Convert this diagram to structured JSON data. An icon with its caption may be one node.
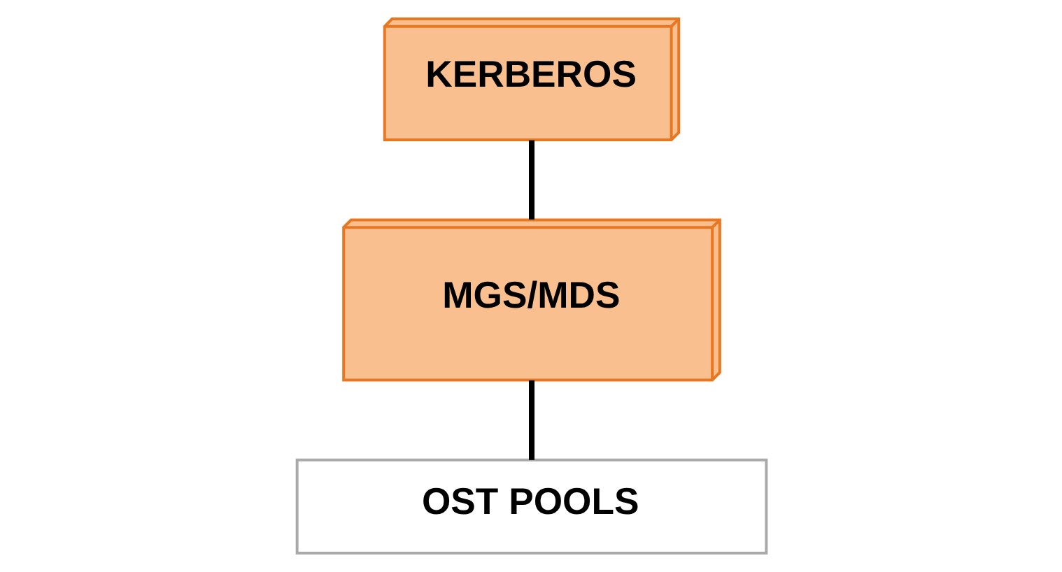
{
  "diagram": {
    "nodes": [
      {
        "text": [
          "KERBEROS"
        ]
      },
      {
        "text": [
          "MGS/MDS"
        ]
      },
      {
        "text": [
          "OST POOLS"
        ]
      }
    ],
    "edges": [
      {
        "from": 0,
        "to": 1,
        "arrow": "none"
      },
      {
        "from": 1,
        "to": 2,
        "arrow": "none"
      }
    ]
  }
}
